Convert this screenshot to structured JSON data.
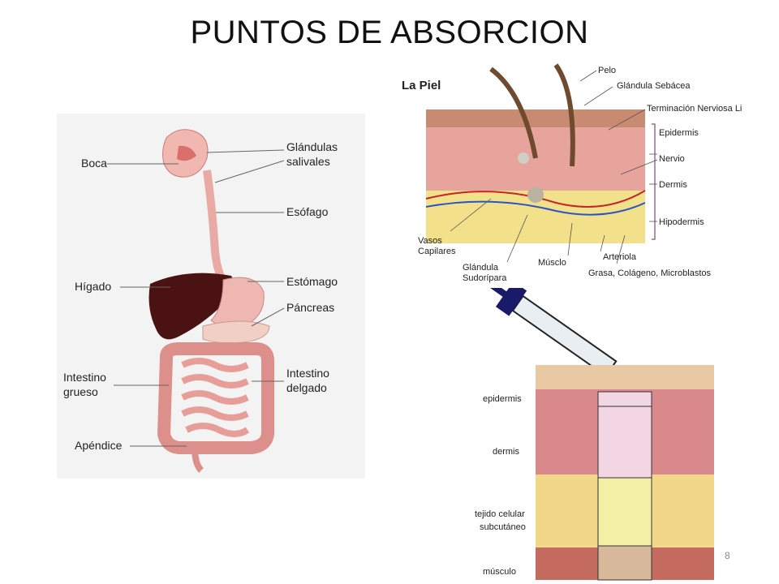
{
  "slide": {
    "title": "PUNTOS DE ABSORCION",
    "page_number": "8"
  },
  "digestive": {
    "labels": {
      "boca": "Boca",
      "glandulas_1": "Glándulas",
      "glandulas_2": "salivales",
      "esofago": "Esófago",
      "higado": "Hígado",
      "estomago": "Estómago",
      "pancreas": "Páncreas",
      "intestino_grueso_1": "Intestino",
      "intestino_grueso_2": "grueso",
      "intestino_delgado_1": "Intestino",
      "intestino_delgado_2": "delgado",
      "apendice": "Apéndice"
    }
  },
  "skin": {
    "title": "La Piel",
    "labels": {
      "pelo": "Pelo",
      "glandula_sebacea": "Glándula Sebácea",
      "terminacion": "Terminación Nerviosa Libre",
      "epidermis": "Epidermis",
      "nervio": "Nervio",
      "dermis": "Dermis",
      "hipodermis": "Hipodermis",
      "vasos_1": "Vasos",
      "vasos_2": "Capilares",
      "arteriola": "Arteriola",
      "glandula_sudoripara_1": "Glándula",
      "glandula_sudoripara_2": "Sudorípara",
      "musculo": "Músclo",
      "grasa": "Grasa, Colágeno, Microblastos"
    }
  },
  "injection": {
    "labels": {
      "epidermis": "epidermis",
      "dermis": "dermis",
      "tejido_1": "tejido celular",
      "tejido_2": "subcutáneo",
      "musculo": "músculo"
    },
    "colors": {
      "epidermis": "#f2d6e4",
      "dermis": "#f2d6e4",
      "subcutaneo": "#f3f0a6",
      "musculo": "#d8b89a"
    }
  }
}
